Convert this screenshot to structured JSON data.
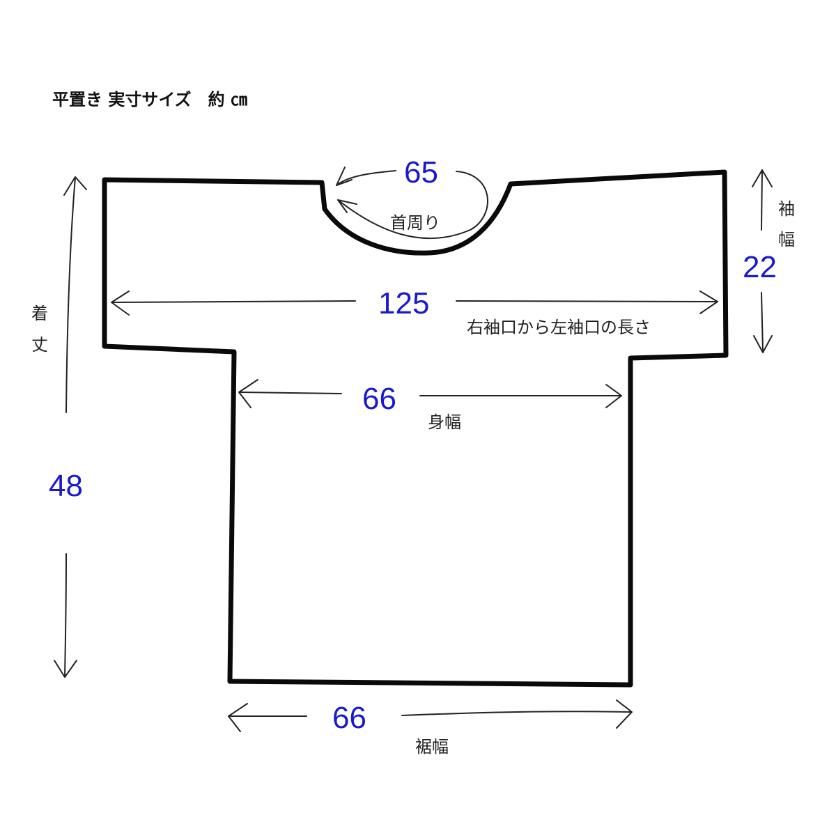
{
  "title": "平置き 実寸サイズ　約 ㎝",
  "colors": {
    "number": "#1a1acc",
    "outline": "#0a0a0a",
    "arrow": "#222222",
    "label": "#222222"
  },
  "measurements": {
    "neck": {
      "label": "首周り",
      "value": "65"
    },
    "sleeve_length": {
      "label": "右袖口から左袖口の長さ",
      "value": "125"
    },
    "sleeve_width": {
      "label_line1": "袖",
      "label_line2": "幅",
      "value": "22"
    },
    "length": {
      "label_line1": "着",
      "label_line2": "丈",
      "value": "48"
    },
    "body_width": {
      "label": "身幅",
      "value": "66"
    },
    "hem_width": {
      "label": "裾幅",
      "value": "66"
    }
  }
}
